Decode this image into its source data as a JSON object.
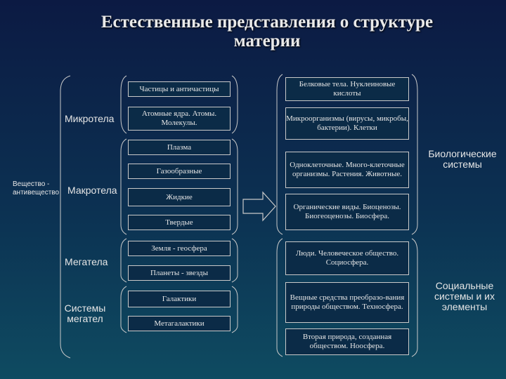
{
  "title": "Естественные представления о структуре материи",
  "left_groups": {
    "vesh": "Вещество - антивещество",
    "mikrotela": "Микротела",
    "makrotela": "Макротела",
    "megatela": "Мегатела",
    "sistemy": "Системы мегател"
  },
  "middle_boxes": [
    "Частицы и античастицы",
    "Атомные ядра. Атомы. Молекулы.",
    "Плазма",
    "Газообразные",
    "Жидкие",
    "Твердые",
    "Земля - геосфера",
    "Планеты - звезды",
    "Галактики",
    "Метагалактики"
  ],
  "right_boxes": [
    "Белковые тела. Нуклеиновые кислоты",
    "Микроорганизмы (вирусы, микробы, бактерии). Клетки",
    "Одноклеточные. Много-клеточные организмы. Растения. Животные.",
    "Органические виды. Биоценозы. Биогеоценозы. Биосфера.",
    "Люди. Человеческое общество. Социосфера.",
    "Вещные средства преобразо-вания природы обществом. Техносфера.",
    "Вторая природа, созданная обществом. Ноосфера."
  ],
  "right_labels": {
    "bio": "Биологические системы",
    "social": "Социальные системы и их элементы"
  },
  "colors": {
    "text": "#e6e6e6",
    "border": "#c9c9c9"
  }
}
